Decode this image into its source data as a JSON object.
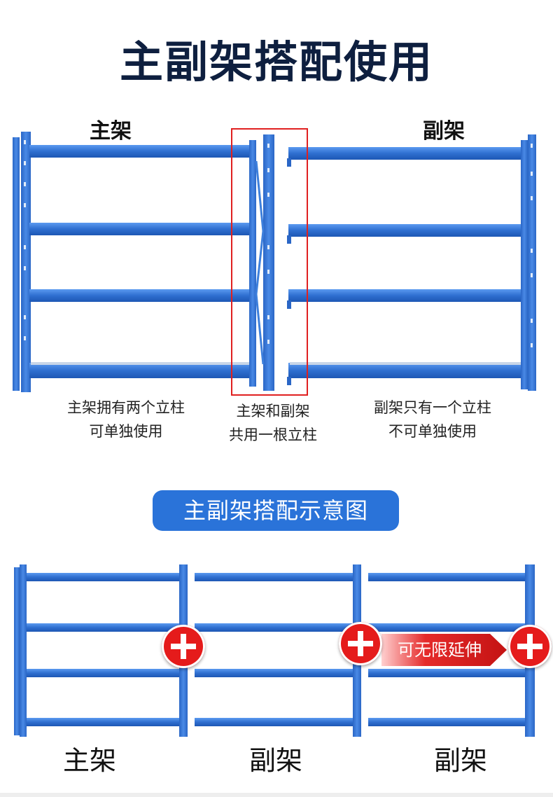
{
  "title": "主副架搭配使用",
  "top": {
    "main_label": "主架",
    "sub_label": "副架",
    "main_desc_1": "主架拥有两个立柱",
    "main_desc_2": "可单独使用",
    "shared_desc_1": "主架和副架",
    "shared_desc_2": "共用一根立柱",
    "sub_desc_1": "副架只有一个立柱",
    "sub_desc_2": "不可单独使用"
  },
  "badge": "主副架搭配示意图",
  "bottom": {
    "labels": [
      "主架",
      "副架",
      "副架"
    ],
    "arrow_text": "可无限延伸"
  },
  "icons": [
    "plus-icon",
    "plus-icon",
    "plus-icon",
    "arrow-right-icon"
  ],
  "colors": {
    "shelf_blue": "#2e6fd1",
    "upright_blue": "#3b82e0",
    "red": "#e51b1b",
    "badge_blue": "#2a73d9",
    "title_navy": "#0e1f3f"
  }
}
